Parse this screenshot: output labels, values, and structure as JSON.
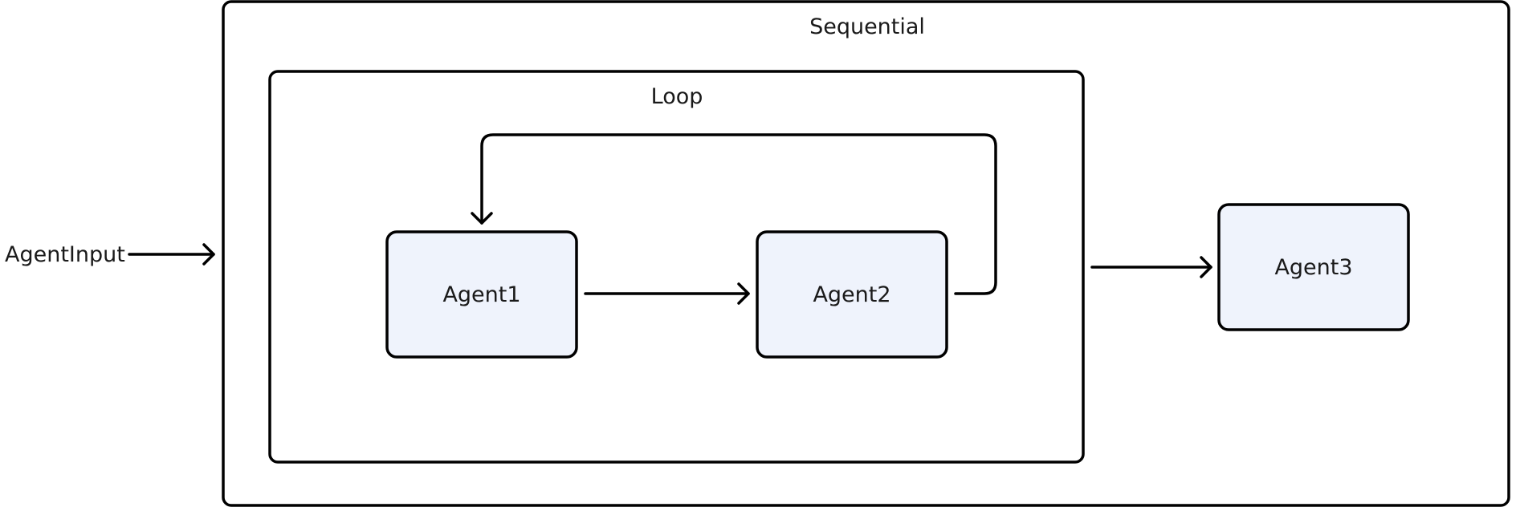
{
  "diagram": {
    "input_label": "AgentInput",
    "sequential_label": "Sequential",
    "loop_label": "Loop",
    "agent1_label": "Agent1",
    "agent2_label": "Agent2",
    "agent3_label": "Agent3"
  },
  "colors": {
    "agent_fill": "#eff3fc",
    "stroke": "#000000",
    "text": "#1a1a1a"
  }
}
